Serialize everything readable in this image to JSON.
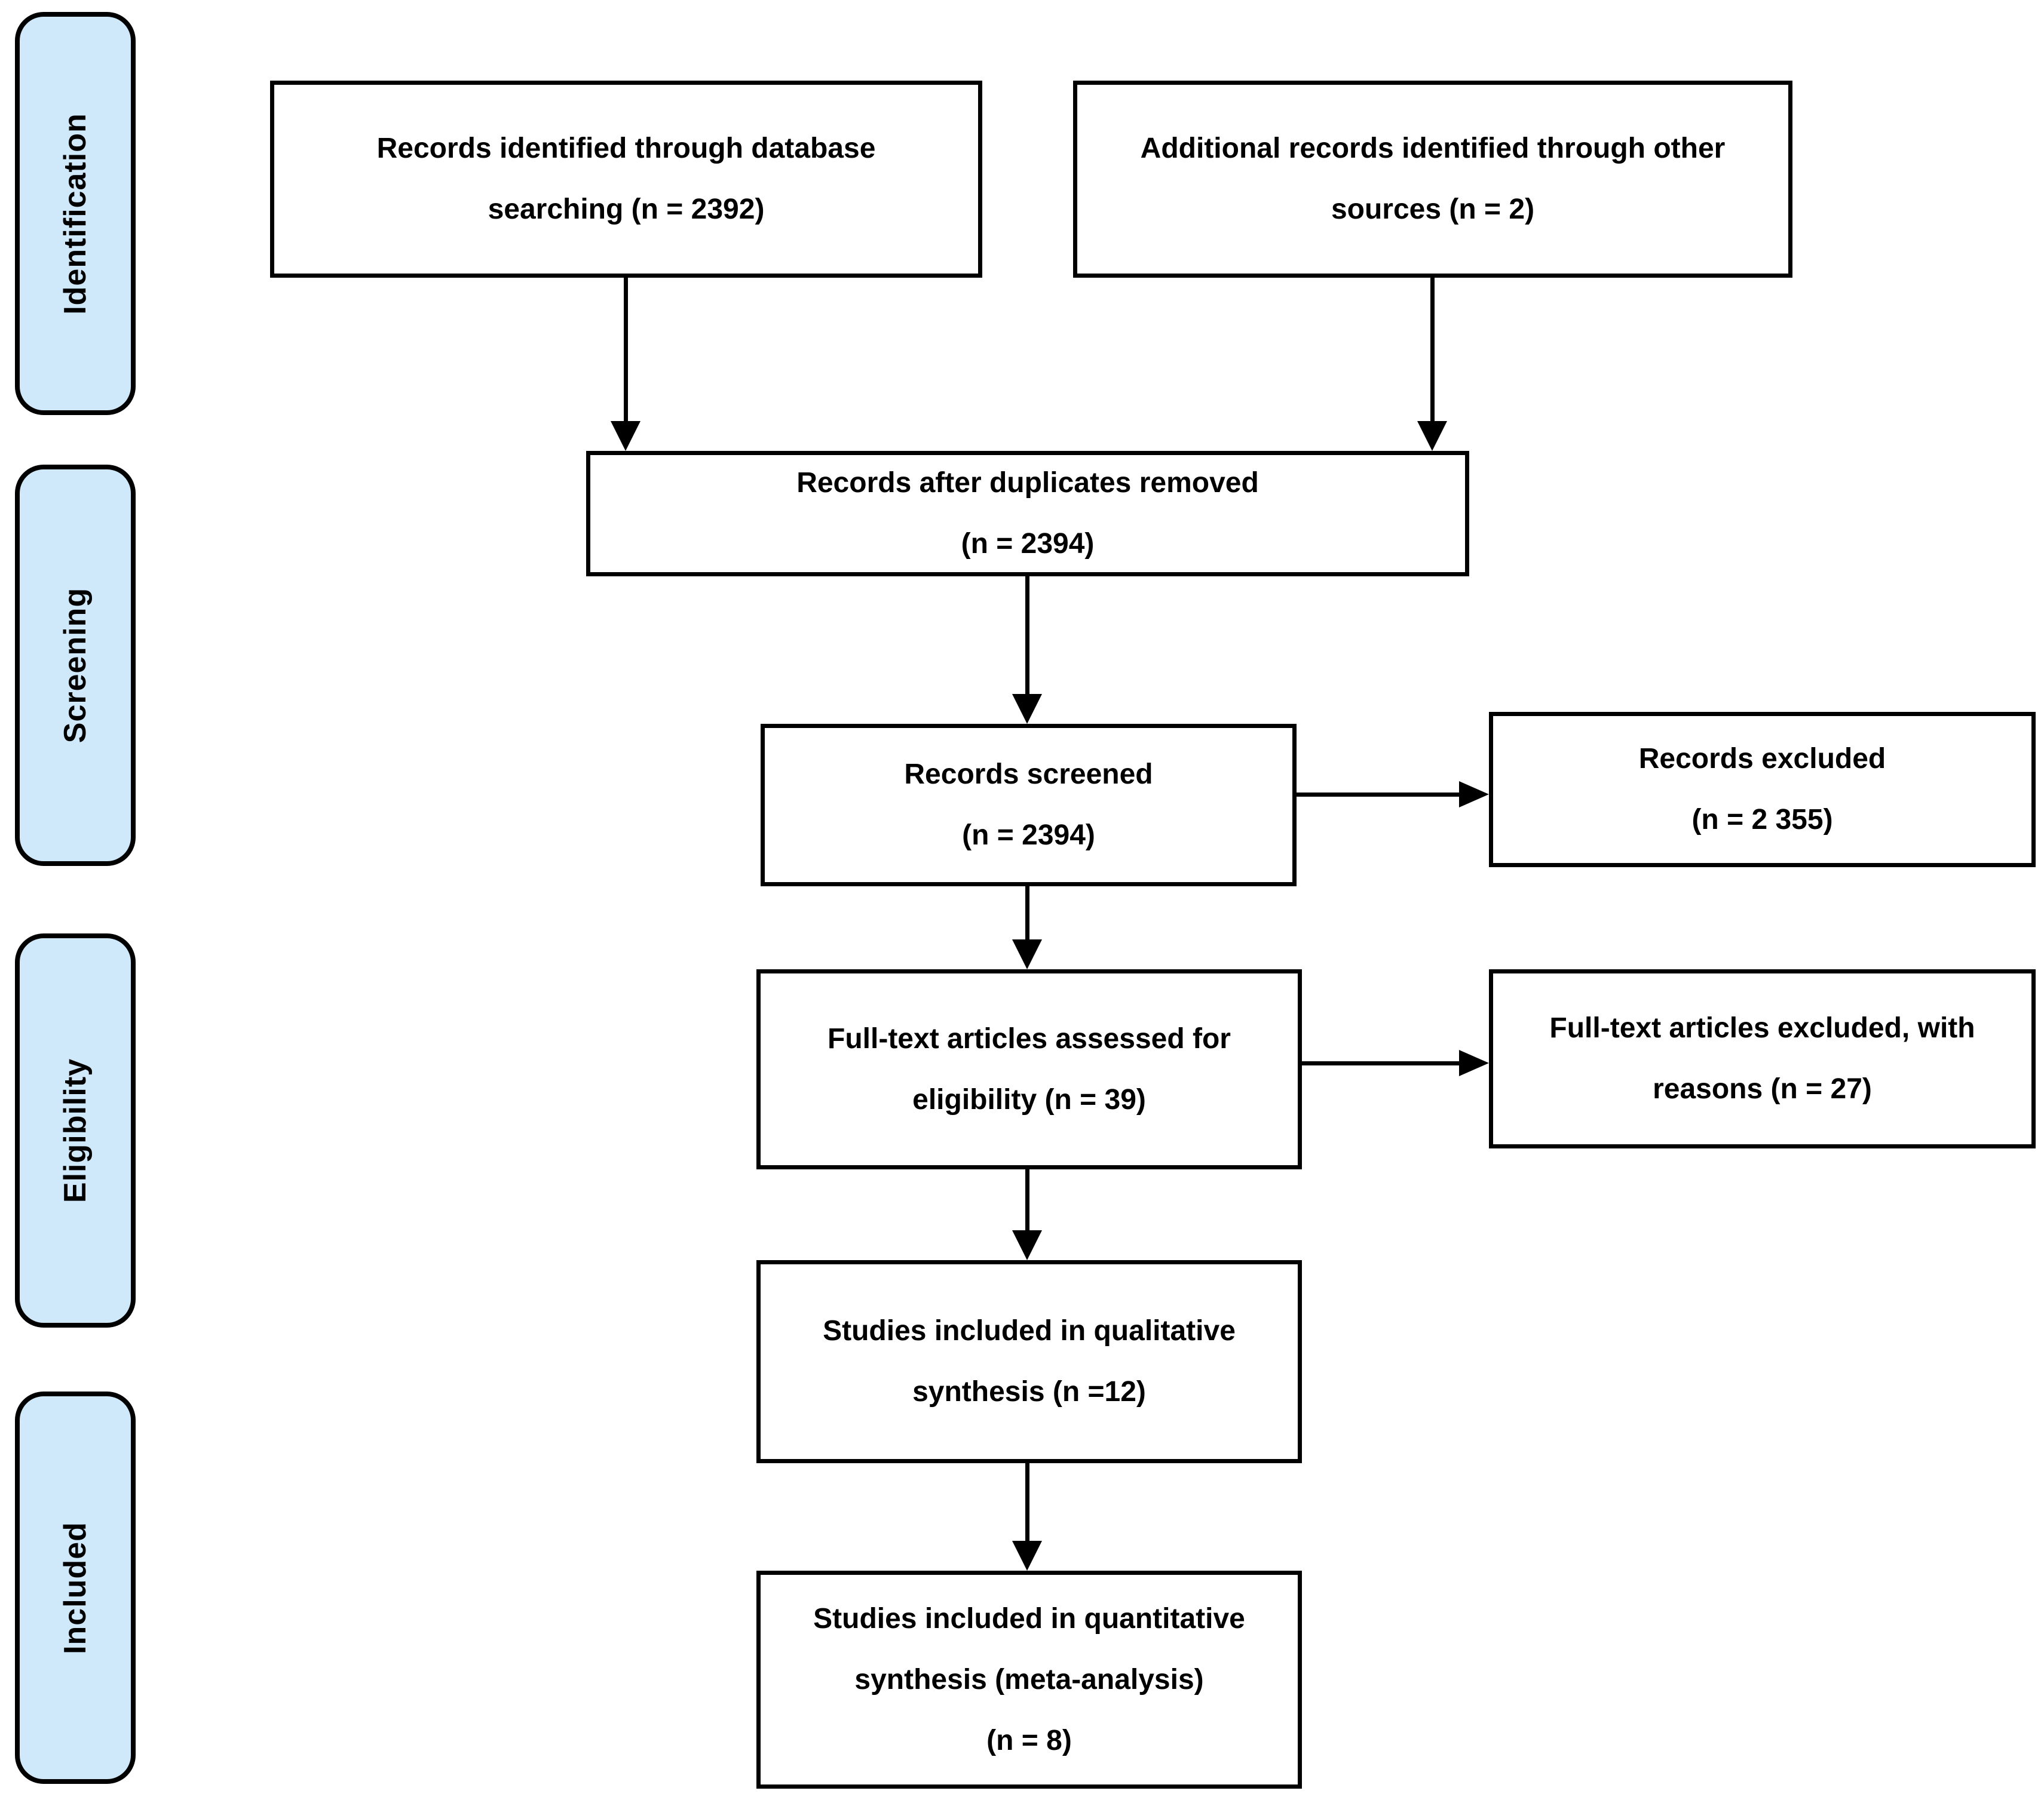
{
  "colors": {
    "stage_fill": "#cfe8fa",
    "box_fill": "#ffffff",
    "line_color": "#000000"
  },
  "stages": {
    "identification": "Identification",
    "screening": "Screening",
    "eligibility": "Eligibility",
    "included": "Included"
  },
  "boxes": {
    "db_search": {
      "line1": "Records identified through database",
      "line2": "searching (n = 2392)"
    },
    "other_sources": {
      "line1": "Additional records identified through other",
      "line2": "sources (n = 2)"
    },
    "duplicates_removed": {
      "line1": "Records after duplicates removed",
      "line2": "(n = 2394)"
    },
    "records_screened": {
      "line1": "Records screened",
      "line2": "(n = 2394)"
    },
    "records_excluded": {
      "line1": "Records excluded",
      "line2": "(n = 2 355)"
    },
    "fulltext_assessed": {
      "line1": "Full-text articles assessed for",
      "line2": "eligibility (n = 39)"
    },
    "fulltext_excluded": {
      "line1": "Full-text articles excluded, with",
      "line2": "reasons (n = 27)"
    },
    "qualitative": {
      "line1": "Studies included in qualitative",
      "line2": "synthesis (n =12)"
    },
    "quantitative": {
      "line1": "Studies included in quantitative",
      "line2": "synthesis (meta-analysis)",
      "line3": "(n = 8)"
    }
  }
}
